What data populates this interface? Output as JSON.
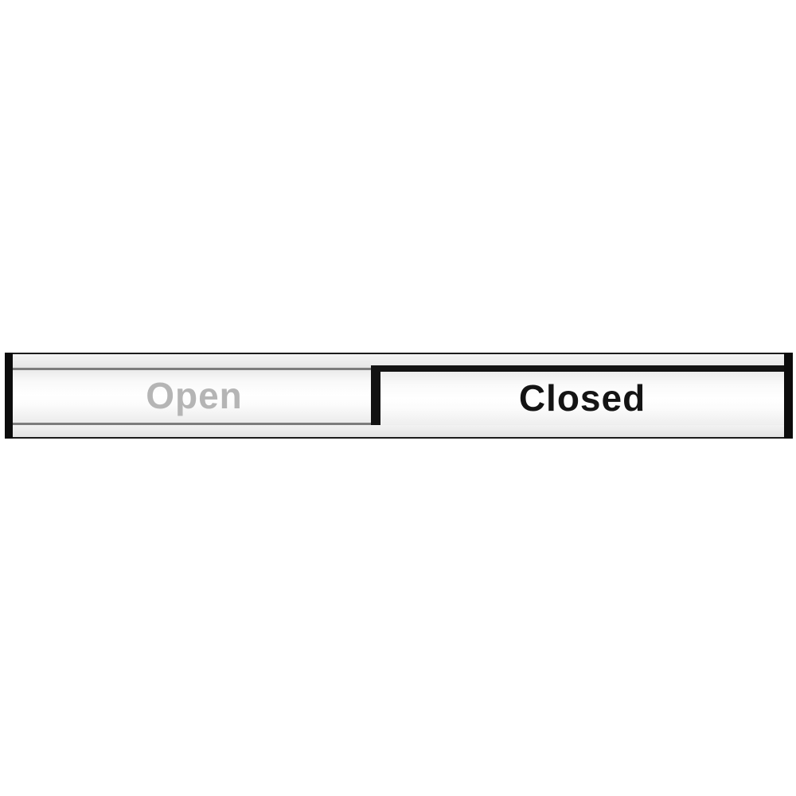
{
  "sign": {
    "kind": "sliding-door-sign",
    "current_state": "Closed",
    "open_label": "Open",
    "closed_label": "Closed",
    "colors": {
      "background": "#ffffff",
      "frame_black": "#0c0c0c",
      "slider_border_black": "#121212",
      "rail_light_gray": "#ececec",
      "divider_gray": "#7d7d7d",
      "track_white": "#ffffff",
      "open_text_gray": "#b5b5b5",
      "closed_text_black": "#141414"
    }
  }
}
